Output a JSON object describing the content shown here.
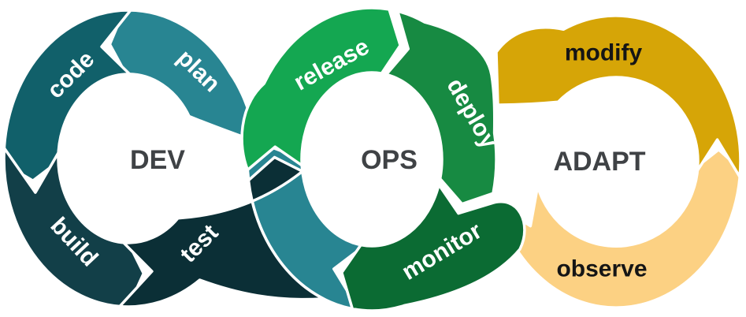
{
  "diagram": {
    "type": "process-loop-diagram",
    "background": "#ffffff",
    "loops": [
      {
        "id": "dev",
        "center_label": "DEV",
        "center_text_color": "#3f4245",
        "segments": [
          {
            "id": "plan",
            "label": "plan",
            "color": "#288592",
            "label_color": "#ffffff"
          },
          {
            "id": "code",
            "label": "code",
            "color": "#11606a",
            "label_color": "#ffffff"
          },
          {
            "id": "build",
            "label": "build",
            "color": "#123f48",
            "label_color": "#ffffff"
          },
          {
            "id": "test",
            "label": "test",
            "color": "#0b2f36",
            "label_color": "#ffffff"
          }
        ]
      },
      {
        "id": "ops",
        "center_label": "OPS",
        "center_text_color": "#3f4245",
        "segments": [
          {
            "id": "release",
            "label": "release",
            "color": "#14a751",
            "label_color": "#ffffff"
          },
          {
            "id": "deploy",
            "label": "deploy",
            "color": "#178a42",
            "label_color": "#ffffff"
          },
          {
            "id": "monitor",
            "label": "monitor",
            "color": "#0b6b33",
            "label_color": "#ffffff"
          }
        ]
      },
      {
        "id": "adapt",
        "center_label": "ADAPT",
        "center_text_color": "#3f4245",
        "segments": [
          {
            "id": "modify",
            "label": "modify",
            "color": "#d6a507",
            "label_color": "#151515"
          },
          {
            "id": "observe",
            "label": "observe",
            "color": "#fcd183",
            "label_color": "#151515"
          }
        ]
      }
    ]
  }
}
